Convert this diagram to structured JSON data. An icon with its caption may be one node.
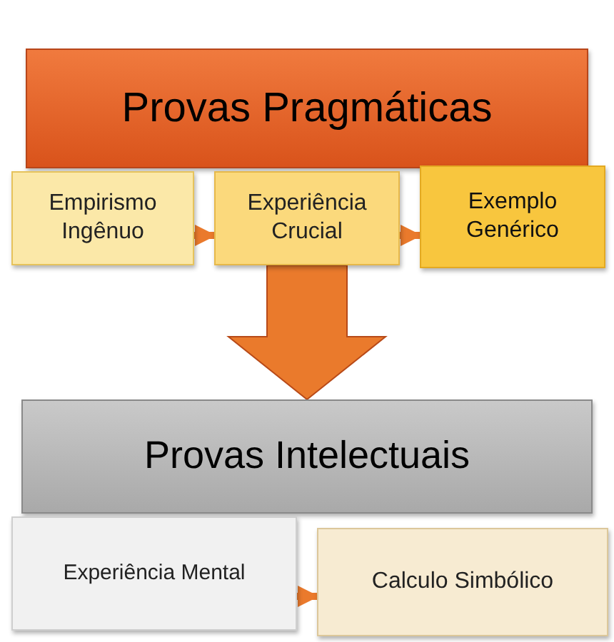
{
  "diagram": {
    "nodes": [
      {
        "text": [
          "Provas Pragmáticas"
        ]
      },
      {
        "text": [
          "Empirismo Ingênuo"
        ]
      },
      {
        "text": [
          "Experiência Crucial"
        ]
      },
      {
        "text": [
          "Exemplo Genérico"
        ]
      },
      {
        "text": [
          "Provas Intelectuais"
        ]
      },
      {
        "text": [
          "Experiência Mental"
        ]
      },
      {
        "text": [
          "Calculo Simbólico"
        ]
      }
    ],
    "edges": [
      {
        "from": 1,
        "to": 2,
        "arrow": "to"
      },
      {
        "from": 2,
        "to": 3,
        "arrow": "to"
      },
      {
        "from": 2,
        "to": 4,
        "arrow": "to",
        "style": "thick"
      },
      {
        "from": 5,
        "to": 6,
        "arrow": "to"
      }
    ]
  }
}
